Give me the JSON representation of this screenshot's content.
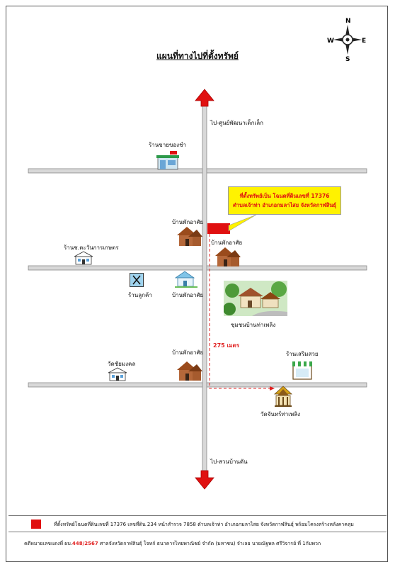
{
  "title": "แผนที่ทางไปที่ตั้งทรัพย์",
  "compass": {
    "n": "N",
    "s": "S",
    "e": "E",
    "w": "W"
  },
  "directions": {
    "north": "ไป-ศูนย์พัฒนาเด็กเล็ก",
    "south": "ไป-สวนบ้านดัน"
  },
  "callout": {
    "line1": "ที่ตั้งทรัพย์เป็น โฉนดที่ดินเลขที่ 17376",
    "line2": "ตำบลเจ้าท่า อำเภอกมลาไสย จังหวัดกาฬสินธุ์"
  },
  "distance": "275 เมตร",
  "places": {
    "shop_top": "ร้านขายของชำ",
    "house_1": "บ้านพักอาศัย",
    "house_2": "บ้านพักอาศัย",
    "agri_shop": "ร้านช.ตะวันการเกษตร",
    "restaurant": "ร้านลูกค้า",
    "house_3": "บ้านพักอาศัย",
    "community": "ชุมชนบ้านท่าเพลิง",
    "house_4": "บ้านพักอาศัย",
    "beauty_shop": "ร้านเสริมสวย",
    "temple_1": "วัดชัยมงคล",
    "temple_2": "วัดจันทร์ท่าเพลิง"
  },
  "legend": "ที่ตั้งทรัพย์โฉนดที่ดินเลขที่ 17376 เลขที่ดิน 234 หน้าสำรวจ 7858 ตำบลเจ้าท่า อำเภอกมลาไสย จังหวัดกาฬสินธุ์ พร้อมโครงสร้างหลังคาคลุม",
  "footer": {
    "prefix": "คดีหมายเลขแดงที่ ผบ.",
    "case_no": "448/2567",
    "rest": "ศาลจังหวัดกาฬสินธุ์ โจทก์ ธนาคารไทยพาณิชย์ จำกัด (มหาชน) จำเลย นายณัฐพล ศรีวิจารย์ ที่ 1กับพวก"
  },
  "colors": {
    "road": "#d8d8d8",
    "arrow": "#e01010",
    "callout": "#fff200",
    "property": "#e01010",
    "route": "#e02020"
  },
  "icons": [
    "compass-rose-icon",
    "arrow-up-icon",
    "arrow-down-icon",
    "house-icon",
    "shop-icon",
    "restaurant-icon",
    "temple-icon",
    "village-icon"
  ]
}
